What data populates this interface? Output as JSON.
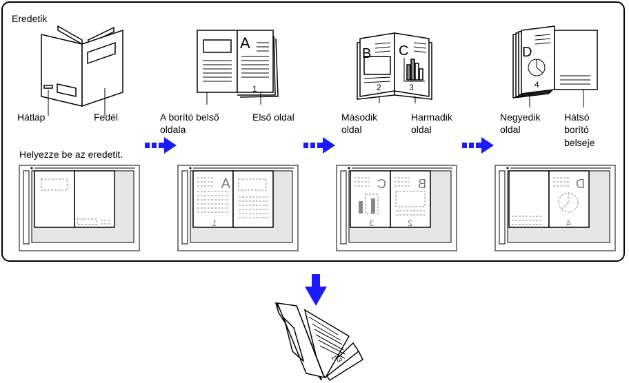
{
  "labels": {
    "originals": "Eredetik",
    "back_cover": "Hátlap",
    "front_cover": "Fedél",
    "inside_front_1": "A borító belső",
    "inside_front_2": "oldala",
    "first_page": "Első oldal",
    "second_1": "Második",
    "second_2": "oldal",
    "third_1": "Harmadik",
    "third_2": "oldal",
    "fourth_1": "Negyedik",
    "fourth_2": "oldal",
    "inside_back_1": "Hátsó",
    "inside_back_2": "borító",
    "inside_back_3": "belseje",
    "place_originals": "Helyezze be az eredetit."
  },
  "page_glyphs": {
    "letter_a": "A",
    "letter_b": "B",
    "letter_c": "C",
    "letter_d": "D",
    "num_1": "1",
    "num_2": "2",
    "num_3": "3",
    "num_4": "4"
  },
  "colors": {
    "arrow": "#1a1aff",
    "glass": "#e6e6e6",
    "chart_gray": "#888888"
  }
}
